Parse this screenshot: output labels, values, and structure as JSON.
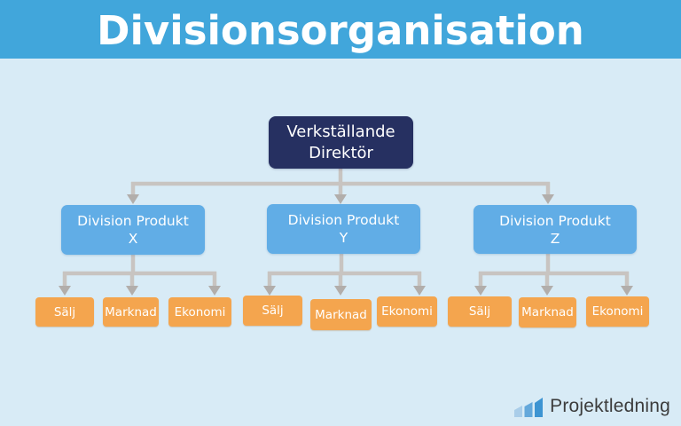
{
  "header": {
    "title": "Divisionsorganisation",
    "bg_color": "#41a6db",
    "text_color": "#ffffff"
  },
  "canvas_bg": "#d8ebf6",
  "org_chart": {
    "type": "org-chart",
    "root": {
      "line1": "Verkställande",
      "line2": "Direktör",
      "bg_color": "#263061",
      "text_color": "#ffffff"
    },
    "division_bg_color": "#61ade6",
    "department_bg_color": "#f4a54e",
    "divisions": [
      {
        "line1": "Division Produkt",
        "line2": "X",
        "departments": [
          "Sälj",
          "Marknad",
          "Ekonomi"
        ]
      },
      {
        "line1": "Division Produkt",
        "line2": "Y",
        "departments": [
          "Sälj",
          "Marknad",
          "Ekonomi"
        ]
      },
      {
        "line1": "Division Produkt",
        "line2": "Z",
        "departments": [
          "Sälj",
          "Marknad",
          "Ekonomi"
        ]
      }
    ]
  },
  "connectors": {
    "line_color": "#c8c4c1",
    "arrow_color": "#b2aeab"
  },
  "logo": {
    "text": "Projektledning",
    "icon": "bar-chart-icon",
    "text_color": "#3c3c3c",
    "bar_colors": [
      "#a9cde9",
      "#64a8db",
      "#3d94d2"
    ]
  }
}
